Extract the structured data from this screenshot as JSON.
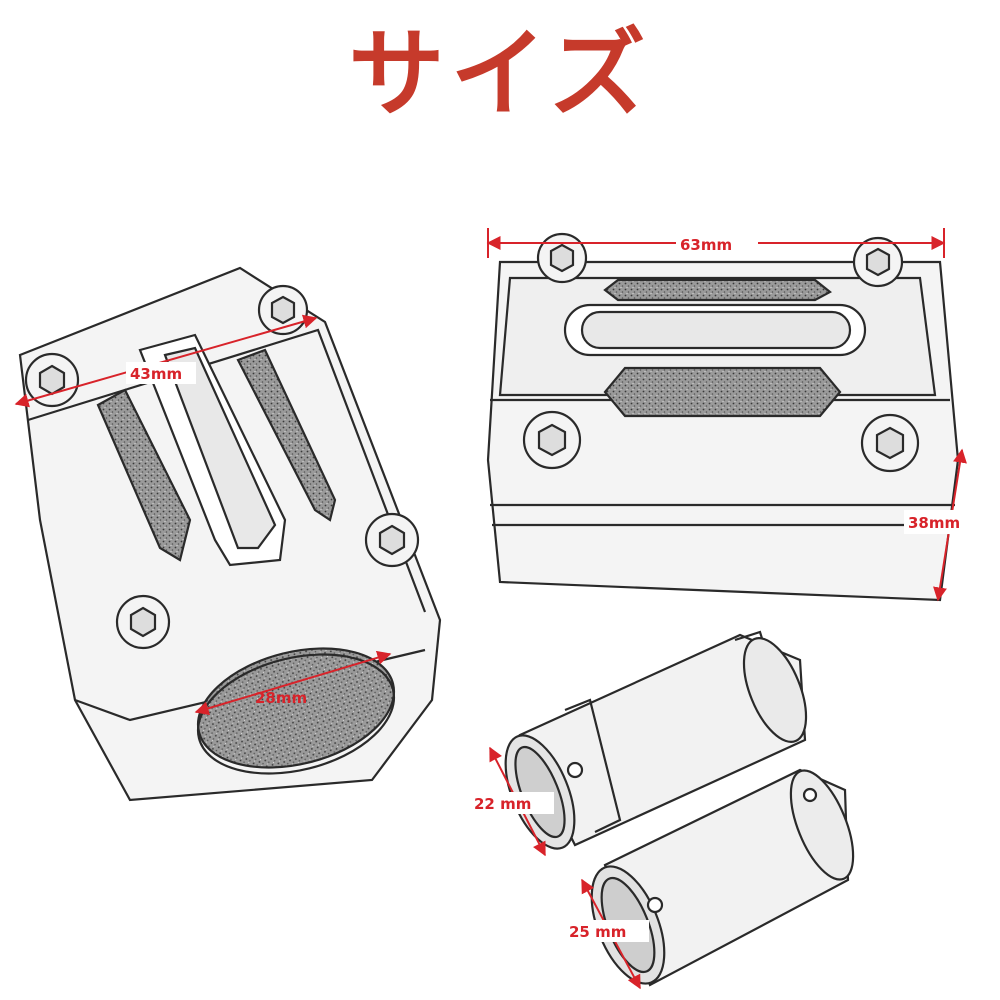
{
  "title": "サイズ",
  "colors": {
    "title": "#c63a2b",
    "dimension": "#d8232a",
    "line_art": "#2a2a2a",
    "background": "#ffffff"
  },
  "dimensions": {
    "width_left": "43mm",
    "width_right": "63mm",
    "height_right": "38mm",
    "bore": "28mm",
    "sleeve_small": "22 mm",
    "sleeve_large": "25 mm"
  }
}
